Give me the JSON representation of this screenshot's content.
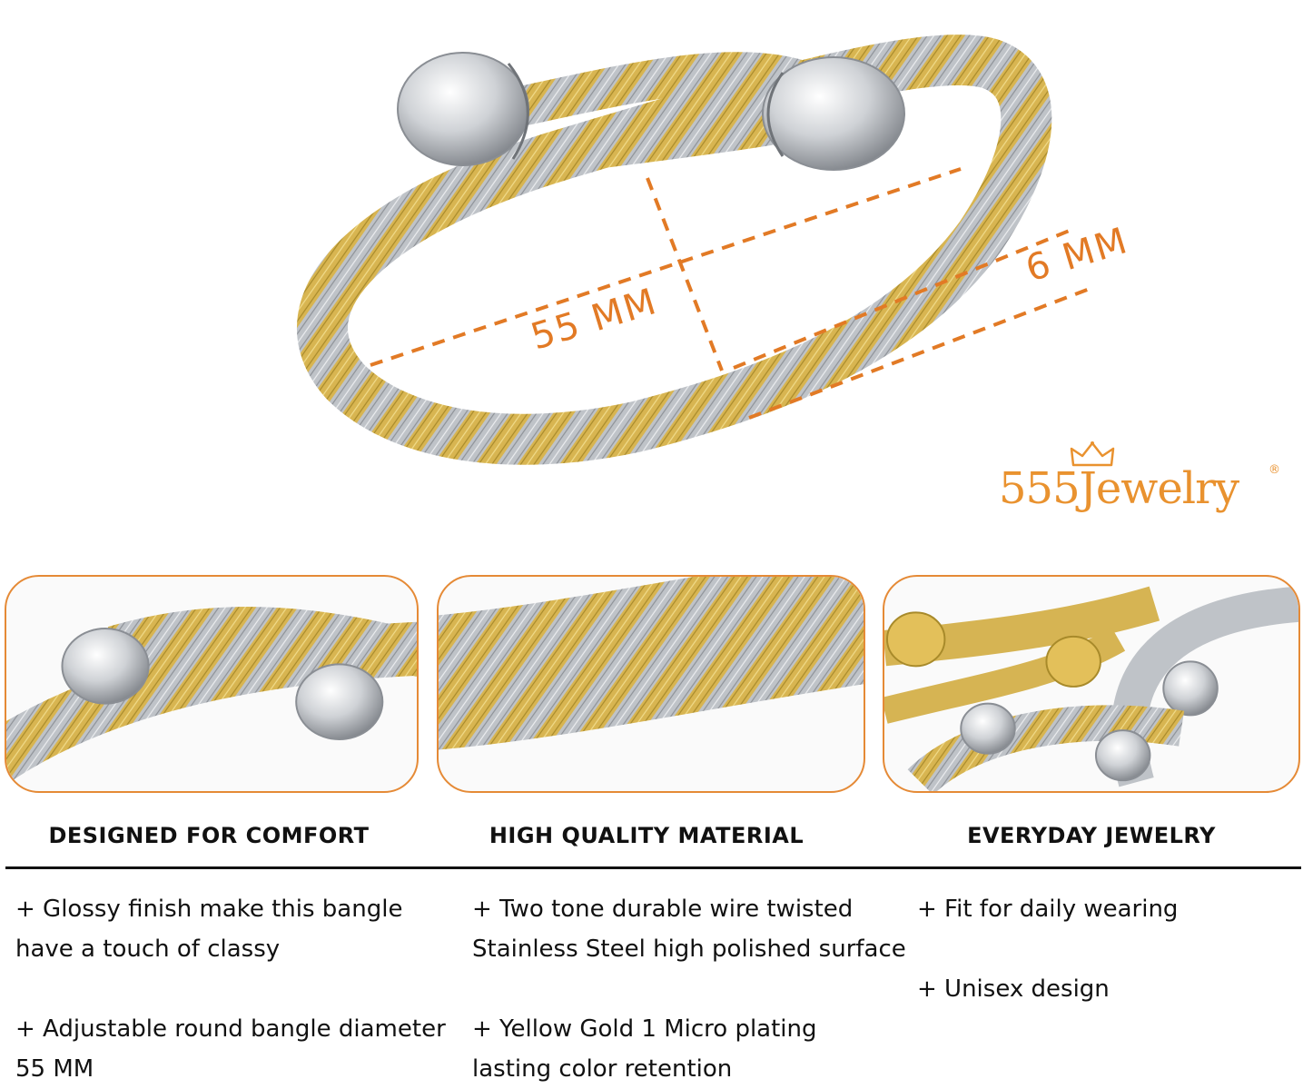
{
  "measurements": {
    "diameter_label": "55 MM",
    "width_label": "6 MM"
  },
  "brand": {
    "logo_text": "555Jewelry",
    "registered_mark": "®",
    "color": "#e9922f"
  },
  "colors": {
    "accent_orange": "#e58a36",
    "gold": "#d9b64f",
    "silver": "#b8bcc2"
  },
  "features": [
    {
      "title": "DESIGNED FOR COMFORT",
      "bullets": [
        "+ Glossy finish make this bangle\nhave a touch of classy",
        "+ Adjustable round bangle diameter\n55 MM"
      ]
    },
    {
      "title": "HIGH QUALITY MATERIAL",
      "bullets": [
        "+ Two tone durable wire twisted\nStainless Steel high polished surface",
        "+ Yellow Gold 1 Micro plating\nlasting color retention"
      ]
    },
    {
      "title": "EVERYDAY JEWELRY",
      "bullets": [
        "+ Fit for daily wearing",
        "+ Unisex design"
      ]
    }
  ]
}
